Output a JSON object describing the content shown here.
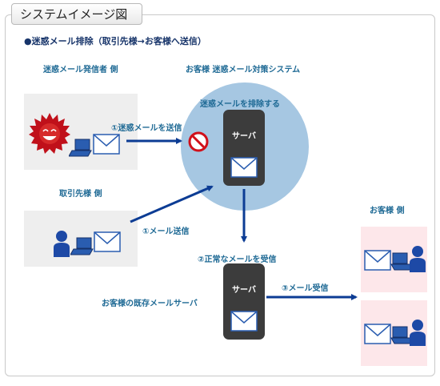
{
  "title": "システムイメージ図",
  "subtitle": "●迷惑メール排除（取引先様→お客様へ送信）",
  "labels": {
    "spam_sender": "迷惑メール発信者 側",
    "customer_system": "お客様 迷惑メール対策システム",
    "remove_spam": "迷惑メールを排除する",
    "partner": "取引先様 側",
    "customer_side": "お客様 側",
    "existing_server": "お客様の既存メールサーバ",
    "server_top": "サーバ",
    "server_bottom": "サーバ"
  },
  "arrows": {
    "send_spam": "①迷惑メールを送信",
    "send_mail": "①メール送信",
    "receive_normal": "②正常なメールを受信",
    "receive_mail": "③メール受信"
  },
  "colors": {
    "arrow": "#0c3c94",
    "circle": "#a6c7e2",
    "panel_gray": "#eeeeee",
    "panel_pink": "#fde7ea",
    "label_blue": "#1f6a95",
    "monitor": "#2a5db0",
    "person": "#1d49a6",
    "spam_red": "#c0101a",
    "block_red": "#d1101a"
  }
}
